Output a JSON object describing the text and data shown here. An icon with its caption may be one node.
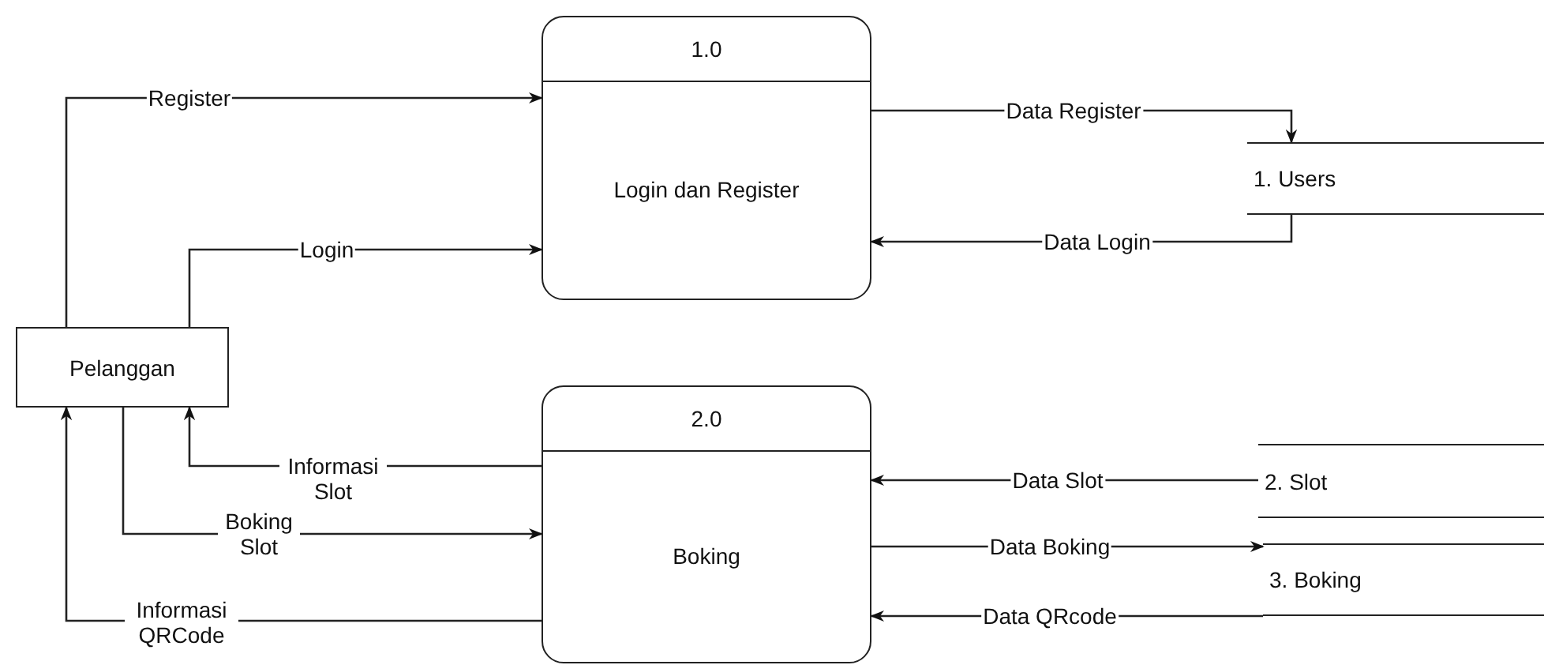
{
  "diagram": {
    "nodes": [
      {
        "text": [
          "Pelanggan"
        ]
      },
      {
        "text": [
          "1.0",
          "Login dan Register"
        ]
      },
      {
        "text": [
          "2.0",
          "Boking"
        ]
      },
      {
        "text": [
          "1. Users"
        ]
      },
      {
        "text": [
          "2. Slot"
        ]
      },
      {
        "text": [
          "3. Boking"
        ]
      }
    ],
    "edges": [
      {
        "from": 0,
        "to": 1,
        "arrow": "to",
        "label": "Register"
      },
      {
        "from": 0,
        "to": 1,
        "arrow": "to",
        "label": "Login"
      },
      {
        "from": 1,
        "to": 3,
        "arrow": "to",
        "label": "Data Register"
      },
      {
        "from": 3,
        "to": 1,
        "arrow": "to",
        "label": "Data Login"
      },
      {
        "from": 2,
        "to": 0,
        "arrow": "to",
        "label": "Informasi Slot"
      },
      {
        "from": 0,
        "to": 2,
        "arrow": "to",
        "label": "Boking Slot"
      },
      {
        "from": 2,
        "to": 0,
        "arrow": "to",
        "label": "Informasi QRCode"
      },
      {
        "from": 4,
        "to": 2,
        "arrow": "to",
        "label": "Data Slot"
      },
      {
        "from": 2,
        "to": 5,
        "arrow": "to",
        "label": "Data Boking"
      },
      {
        "from": 5,
        "to": 2,
        "arrow": "to",
        "label": "Data QRcode"
      }
    ]
  }
}
